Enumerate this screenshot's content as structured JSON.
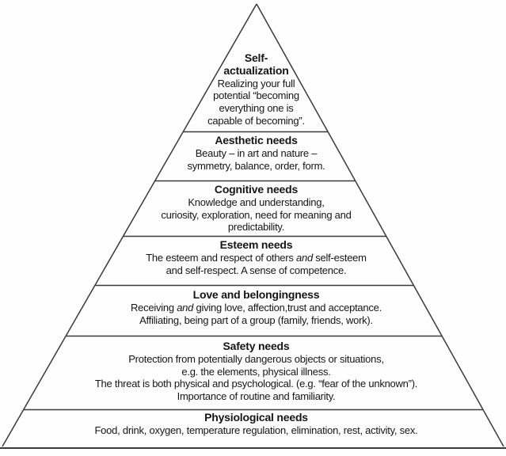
{
  "colors": {
    "background": "#fefefe",
    "line": "#3a3a3a",
    "text": "#151515"
  },
  "pyramid": {
    "shape": "triangle",
    "level_count": 7,
    "order": "highest need at apex, most basic need at base"
  },
  "levels": [
    {
      "name": "self-actualization",
      "title_lines": [
        "Self-",
        "actualization"
      ],
      "lines": [
        "Realizing your full",
        "potential “becoming",
        "everything one is",
        "capable of becoming”."
      ]
    },
    {
      "name": "aesthetic-needs",
      "title": "Aesthetic needs",
      "lines": [
        "Beauty – in art and nature –",
        "symmetry, balance, order, form."
      ]
    },
    {
      "name": "cognitive-needs",
      "title": "Cognitive needs",
      "lines": [
        "Knowledge and understanding,",
        "curiosity, exploration, need for meaning and",
        "predictability."
      ]
    },
    {
      "name": "esteem-needs",
      "title": "Esteem needs",
      "lines": [
        {
          "pre": "The esteem and respect of others ",
          "em": "and",
          "post": " self-esteem"
        },
        "and self-respect. A sense of competence."
      ]
    },
    {
      "name": "love-and-belongingness",
      "title": "Love and belongingness",
      "lines": [
        {
          "pre": "Receiving ",
          "em": "and",
          "post": " giving love, affection,trust and acceptance."
        },
        "Affiliating, being part of a group (family, friends, work)."
      ]
    },
    {
      "name": "safety-needs",
      "title": "Safety needs",
      "lines": [
        "Protection from potentially dangerous objects or situations,",
        "e.g. the elements, physical illness.",
        "The threat is both physical and psychological. (e.g. “fear of the unknown”).",
        "Importance of routine and familiarity."
      ]
    },
    {
      "name": "physiological-needs",
      "title": "Physiological needs",
      "lines": [
        "Food, drink, oxygen, temperature regulation, elimination, rest, activity, sex."
      ]
    }
  ]
}
